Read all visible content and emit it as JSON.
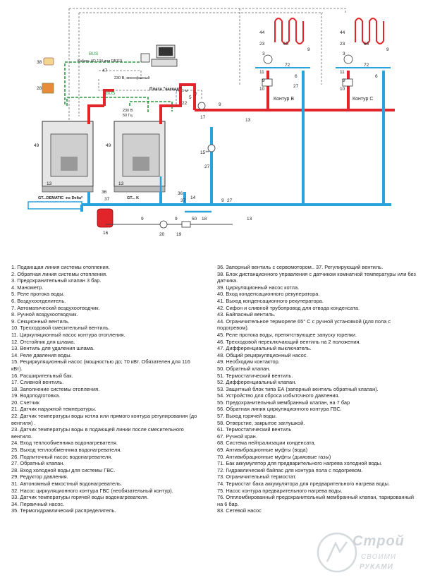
{
  "scheme": {
    "bus_label_1": "BUS",
    "cable_label": "Кабель AD 134 или DB119",
    "bus_label_2": "BUS",
    "voltage_mono": "230 В, монофазный",
    "cascade_label": "Плата \"каскад\"",
    "voltage_2": "230 В",
    "freq_2": "50 Гц",
    "one_m": "1 м",
    "boiler_1_name": "GT...DEMATIC -ns Delta*",
    "boiler_2_name": "GT... K",
    "contour_b": "Контур В",
    "contour_c": "Контур С",
    "tags": {
      "t38": "38",
      "t28": "28",
      "t47": "47",
      "t49a": "49",
      "t49b": "49",
      "t13a": "13",
      "t13b": "13",
      "t13c": "13",
      "t13d": "13",
      "t36a": "36",
      "t36b": "36",
      "t37a": "37",
      "t37b": "37",
      "t14": "14",
      "t16": "16",
      "t9a": "9",
      "t9b": "9",
      "t9c": "9",
      "t9d": "9",
      "t20": "20",
      "t19": "19",
      "t50": "50",
      "t18": "18",
      "t17": "17",
      "t15": "15**",
      "t27a": "27",
      "t27b": "27",
      "t27c": "27",
      "t7": "7",
      "t22": "22",
      "t5": "5",
      "t44a": "44",
      "t44b": "44",
      "t23a": "23",
      "t23b": "23",
      "t65a": "65",
      "t65b": "65",
      "t3a": "3",
      "t3b": "3",
      "t72a": "72",
      "t72b": "72",
      "t10a": "10",
      "t10b": "10",
      "t11a": "11",
      "t11b": "11",
      "t6a": "6",
      "t6b": "6",
      "t9e": "9",
      "t9f": "9",
      "t9g": "9",
      "t9h": "9"
    }
  },
  "legend": {
    "left": [
      "1. Подающая линия системы отопления.",
      "2. Обратная линия системы отопления.",
      "3. Предохранительный клапан 3 бар.",
      "4. Манометр.",
      "5. Реле протока воды.",
      "6. Воздухоотделитель.",
      "7. Автоматический воздухоотводчик.",
      "8. Ручной воздухоотводчик.",
      "9. Секционный вентиль.",
      "10. Трехходовой смесительный вентиль.",
      "11. Циркуляционный насос контура отопления.",
      "12. Отстойник для шлама.",
      "13. Вентиль для удаления шлама.",
      "14. Реле давления воды.",
      "15. Рециркуляционный насос (мощностью до; 70 кВт. Обязателен для 116 кВт).",
      "16. Расширительный бак.",
      "17. Сливной вентиль.",
      "18. Заполнение системы отопления.",
      "19. Водоподготовка.",
      "20. Счетчик",
      "21. Датчик наружной температуры.",
      "22. Датчик температуры воды котла или прямого контура регулирования (до вентиля) .",
      "23. Датчик температуры воды в подающей линии после смесительного вентиля.",
      "24. Вход теплообменника водонагревателя.",
      "25. Выход теплообменника водонагревателя.",
      "26. Подпиточный насос водонагревателя.",
      "27. Обратный клапан.",
      "28. Вход холодной воды для системы ГВС.",
      "29. Редуктор давления.",
      "31. Автономный емкостный водонагреватель.",
      "32. Насос циркуляционного контура ГВС (необязательный контур).",
      "33. Датчик температуры горячей воды водонагревателя.",
      "34. Первичный насос.",
      "35. Термогидравлический распределитель."
    ],
    "right": [
      "36. Запорный вентиль с сервомотором..  37. Регулирующий вентиль.",
      "38. Блок дистанционного управления с датчиком комнатной температуры или без датчика.",
      "39. Циркуляционный насос котла.",
      "40. Вход конденсационного рекуператора.",
      "41. Выход конденсационного рекуператора.",
      "42. Сифон и сливной трубопровод для отвода конденсата.",
      "43. Байпасный вентиль.",
      "44. Ограничительное термореле 65° С с ручной установкой (для пола с подогревом).",
      "45. Реле протока воды, препятствующее запуску горелки.",
      "46. Трехходовой переключающий вентиль на 2 положения.",
      "47. Дифференциальный выключатель.",
      "48. Общий рециркуляционный насос.",
      "49. Необходим контактор.",
      "50. Обратный клапан.",
      "51. Термостатический вентиль.",
      "52. Дифференциальный клапан.",
      "53. Защитный блок типа ЕА (запорный вентиль обратный клапан).",
      "54. Устройство для сброса избыточного давления.",
      "55. Предохранительный мембранный клапан, на 7 бар",
      "56. Обратная линия циркуляционного контура ГВС.",
      "57. Выход горячей воды.",
      "58. Отверстие, закрытое заглушкой.",
      "61. Термостатический вентиль",
      "67. Ручной кран.",
      "68. Система нейтрализации конденсата.",
      "69. Антивибрационные муфты (вода)",
      "70. Антивибрационные муфты (дымовые газы)",
      "71. Бак аккумулятор для предварительного нагрева холодной воды.",
      "72. Гидравлический байпас для контура пола с подогревом.",
      "73. Ограничительный термостат.",
      "74. Термостат бака аккумулятора для предварительного нагрева воды.",
      "75. Насос контура предварительного нагрева воды.",
      "76. Оппломбированный предохранительный мембранный клапан, тарированный на 6 бар.",
      "83. Сетевой насос"
    ]
  },
  "watermark": {
    "line1": "Строй",
    "line2": "СВОИМИ",
    "line3": "РУКАМИ"
  },
  "colors": {
    "supply": "#e2242b",
    "return": "#29a3dc",
    "signal": "#2b9a3e",
    "dashed": "#555555"
  }
}
